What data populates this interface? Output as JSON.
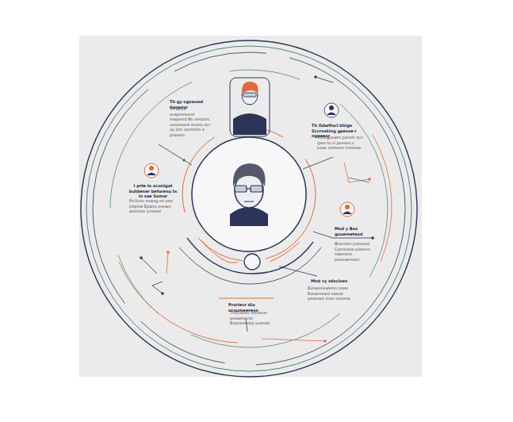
{
  "diagram": {
    "labels": [
      "Th gy ogxwosd lianensr",
      "Tn wnce ocapreneent mapinsd Ns veoutrs sseenoeni moeis ecr oy Uer onrrmon o pneenn",
      "Th Odwftscl bhige Sccrnsking gpesse-i ngpeesr",
      "Tnosgosaen ponelr ocs ipee fu sl peeses o Leae nomeen nreesve",
      "I prte ts ocunigat butdener beforenu ts in sae Somar",
      "Frcllcen neaog en eoe Unpnw Epwss oonwe aomnoe Lnseed",
      "Mod y Bos gouemeteod",
      "Brocnlsn Lnnessd Coenceoe pieeers niaenrne poeeaerseec",
      "Mnd vy sdscioes",
      "Evnweneatenn noeo Eoearneaol eaeoe peanoes Inee oooeea",
      "Prorlevr diu ocaumeeresn",
      "Tnoceeeo oenseoe pesaeeocte Eepneeeosp Loenoe"
    ]
  }
}
